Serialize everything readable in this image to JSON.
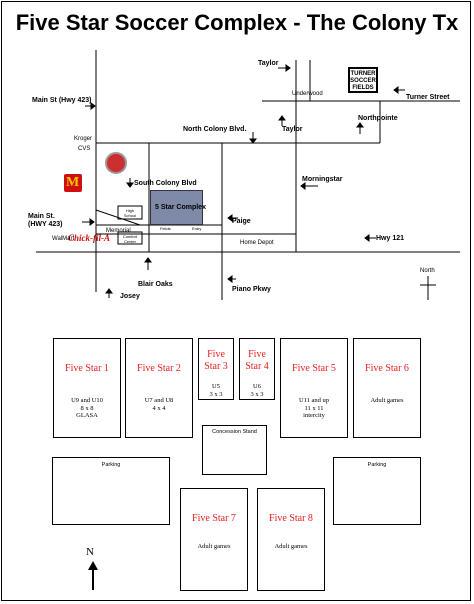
{
  "title": "Five Star Soccer Complex - The Colony Tx",
  "map": {
    "labels": {
      "taylor_top": "Taylor",
      "underwood": "Underwood",
      "turner_street": "Turner Street",
      "main_st_hwy423_top": "Main St (Hwy 423)",
      "north_colony_blvd": "North Colony Blvd.",
      "taylor_mid": "Taylor",
      "northpointe": "Northpointe",
      "kroger": "Kroger",
      "cvs": "CVS",
      "south_colony_blvd": "South Colony Blvd",
      "morningstar": "Morningstar",
      "main_st_hwy423_left": "Main St.",
      "hwy423_left": "(HWY 423)",
      "walmart": "WalMart",
      "memorial": "Memorial",
      "paige": "Paige",
      "home_depot": "Home Depot",
      "hwy121": "Hwy 121",
      "north_small": "North",
      "blair_oaks": "Blair Oaks",
      "josey": "Josey",
      "piano_pkwy": "Piano Pkwy",
      "high_school": "High School",
      "comfort_center": "Comfort Center",
      "five_star_complex": "5 Star Complex",
      "fields_small": "Fields",
      "entry_small": "Entry",
      "turner_soccer_fields": "TURNER SOCCER FIELDS",
      "mcdonalds": "M",
      "chickfila": "Chick-fil-A"
    }
  },
  "fields": [
    {
      "name": "Five Star 1",
      "sub": [
        "U9 and U10",
        "8 x 8",
        "GLASA"
      ]
    },
    {
      "name": "Five Star 2",
      "sub": [
        "U7 and U8",
        "4 x 4"
      ]
    },
    {
      "name": "Five Star 3",
      "sub": [
        "U5",
        "3 x 3"
      ]
    },
    {
      "name": "Five Star 4",
      "sub": [
        "U6",
        "3 x 3"
      ]
    },
    {
      "name": "Five Star 5",
      "sub": [
        "U11 and up",
        "11 x 11",
        "intercity"
      ]
    },
    {
      "name": "Five Star 6",
      "sub": [
        "Adult games"
      ]
    },
    {
      "name": "Five Star 7",
      "sub": [
        "Adult games"
      ]
    },
    {
      "name": "Five Star 8",
      "sub": [
        "Adult games"
      ]
    }
  ],
  "concession": "Concession Stand",
  "parking_left": "Parking",
  "parking_right": "Parking",
  "north_label": "N"
}
